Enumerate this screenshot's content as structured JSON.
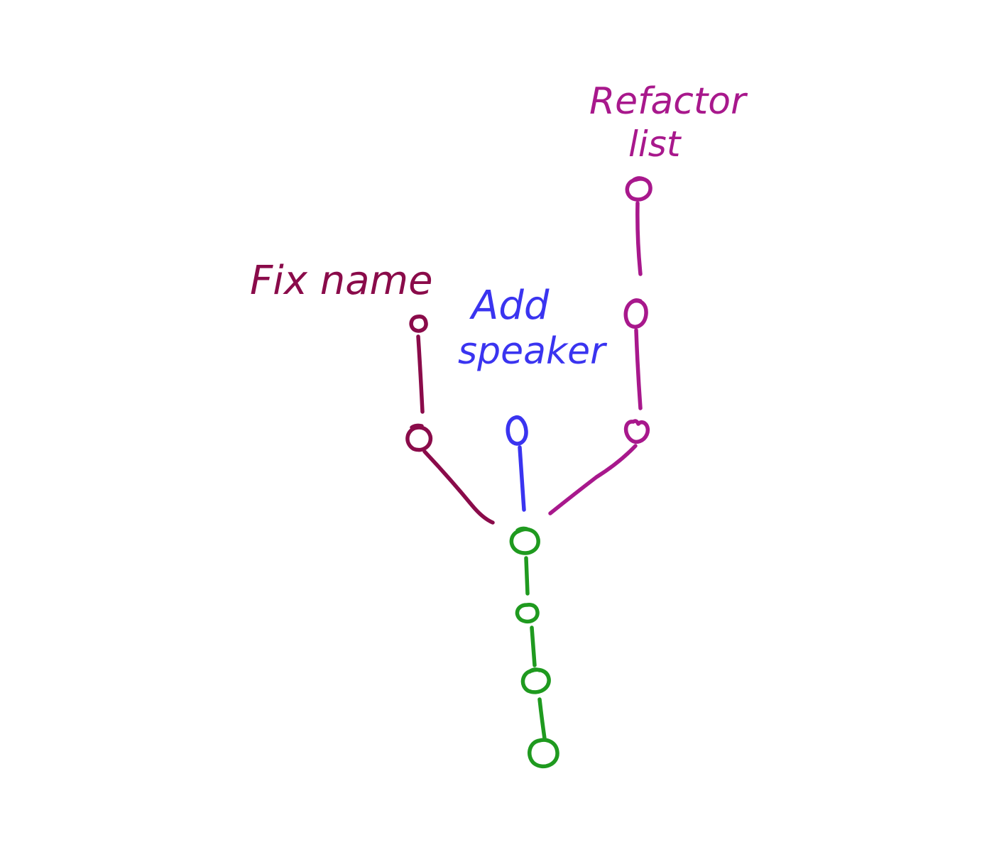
{
  "colors": {
    "main": "#1f9a1f",
    "fix_name": "#8a0b4a",
    "add_speaker": "#3a34f0",
    "refactor_list": "#a8188c",
    "background": "#ffffff"
  },
  "branches": {
    "main": {
      "commit_count": 4
    },
    "fix_name": {
      "label": "Fix name",
      "commit_count": 2
    },
    "add_speaker": {
      "label_line1": "Add",
      "label_line2": "speaker",
      "commit_count": 1
    },
    "refactor_list": {
      "label_line1": "Refactor",
      "label_line2": "list",
      "commit_count": 3
    }
  }
}
